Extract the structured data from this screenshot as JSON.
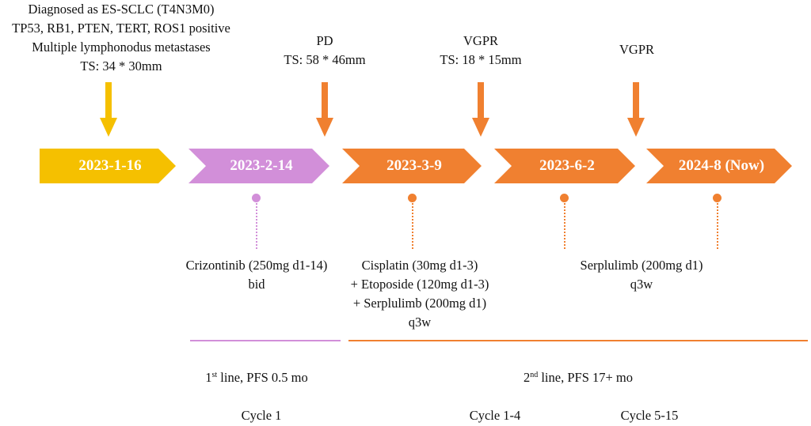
{
  "colors": {
    "yellow": "#f5c000",
    "purple": "#d28fd9",
    "orange": "#f08030"
  },
  "events": [
    {
      "lines": [
        "Diagnosed as ES-SCLC (T4N3M0)",
        "TP53, RB1, PTEN, TERT, ROS1 positive",
        "Multiple lymphonodus metastases",
        "TS: 34 * 30mm"
      ]
    },
    {
      "lines": [
        "PD",
        "TS: 58 * 46mm"
      ]
    },
    {
      "lines": [
        "VGPR",
        "TS: 18 * 15mm"
      ]
    },
    {
      "lines": [
        "VGPR"
      ]
    }
  ],
  "timeline": [
    {
      "label": "2023-1-16"
    },
    {
      "label": "2023-2-14"
    },
    {
      "label": "2023-3-9"
    },
    {
      "label": "2023-6-2"
    },
    {
      "label": "2024-8 (Now)"
    }
  ],
  "treatments": [
    {
      "lines": [
        "Crizontinib (250mg d1-14)",
        "bid"
      ]
    },
    {
      "lines": [
        "Cisplatin (30mg d1-3)",
        "+ Etoposide (120mg d1-3)",
        "+ Serplulimb (200mg d1)",
        "q3w"
      ]
    },
    {
      "lines": [
        "Serplulimb (200mg d1)",
        "q3w"
      ]
    }
  ],
  "lines_of_therapy": [
    {
      "num": "1",
      "sup": "st",
      "rest": " line, PFS 0.5 mo"
    },
    {
      "num": "2",
      "sup": "nd",
      "rest": " line, PFS 17+ mo"
    }
  ],
  "cycles": [
    "Cycle 1",
    "Cycle 1-4",
    "Cycle 5-15"
  ]
}
